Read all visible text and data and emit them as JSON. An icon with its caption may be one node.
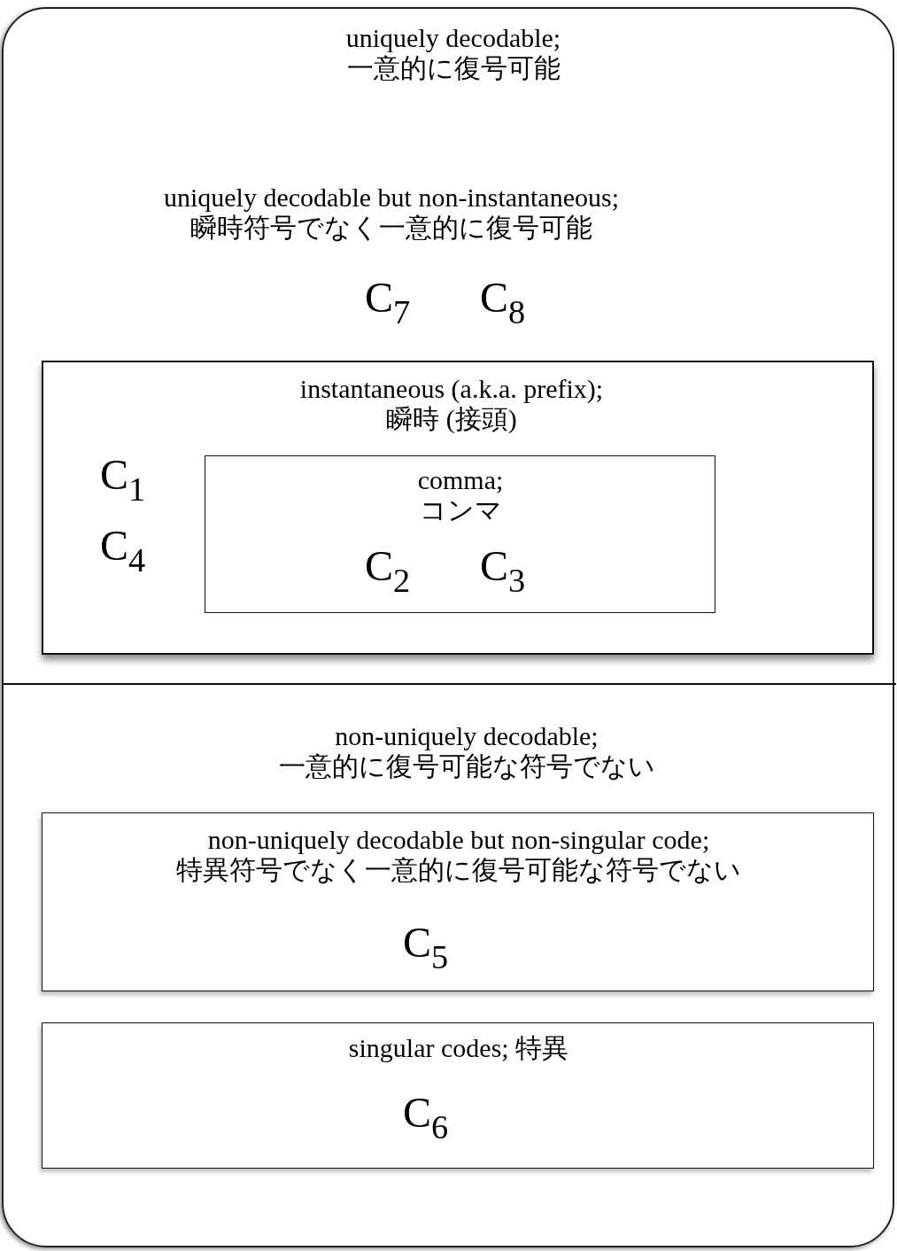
{
  "diagram": {
    "nodes": [
      {
        "text": [],
        "shape": "box"
      },
      {
        "text": [
          "uniquely decodable; 一意的に復号可能",
          "uniquely decodable but non-instantaneous; 瞬時符号でなく一意的に復号可能"
        ],
        "in": 0
      },
      {
        "text": [
          "instantaneous (a.k.a. prefix); 瞬時 (接頭)"
        ],
        "in": 1
      },
      {
        "text": [
          "comma; コンマ"
        ],
        "in": 2
      },
      {
        "text": [
          "non-uniquely decodable; 一意的に復号可能な符号でない"
        ],
        "in": 0
      },
      {
        "text": [
          "non-uniquely decodable but non-singular code; 特異符号でなく一意的に復号可能な符号でない"
        ],
        "in": 4
      },
      {
        "text": [
          "singular codes; 特異"
        ],
        "in": 4
      }
    ],
    "labels": [
      "C$_{7}$",
      "C$_{8}$",
      "C$_{1}$",
      "C$_{4}$",
      "C$_{2}$",
      "C$_{3}$",
      "C$_{5}$",
      "C$_{6}$"
    ]
  }
}
